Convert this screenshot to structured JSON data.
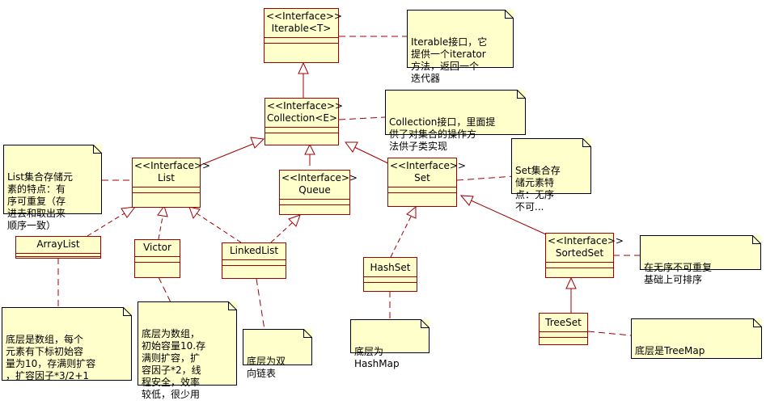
{
  "classes": {
    "iterable": {
      "stereotype": "<<Interface>>",
      "name": "Iterable<T>"
    },
    "collection": {
      "stereotype": "<<Interface>>",
      "name": "Collection<E>"
    },
    "list": {
      "stereotype": "<<Interface>>",
      "name": "List"
    },
    "queue": {
      "stereotype": "<<Interface>>",
      "name": "Queue"
    },
    "set": {
      "stereotype": "<<Interface>>",
      "name": "Set"
    },
    "sortedset": {
      "stereotype": "<<Interface>>",
      "name": "SortedSet"
    },
    "arraylist": {
      "name": "ArrayList"
    },
    "victor": {
      "name": "Victor"
    },
    "linkedlist": {
      "name": "LinkedList"
    },
    "hashset": {
      "name": "HashSet"
    },
    "treeset": {
      "name": "TreeSet"
    }
  },
  "notes": {
    "iterable": "Iterable接口，它\n提供一个iterator\n方法，返回一个\n迭代器",
    "collection": "Collection接口，里面提\n供了对集合的操作方\n法供子类实现",
    "list": "List集合存储元\n素的特点：有\n序可重复（存\n进去和取出来\n顺序一致）",
    "set": "Set集合存\n储元素特\n点：无序\n不可...",
    "sortedset": "在无序不可重复\n基础上可排序",
    "arraylist": "底层是数组，每个\n元素有下标初始容\n量为10，存满则扩容\n，扩容因子*3/2+1",
    "victor": "底层为数组，\n初始容量10.存\n满则扩容，扩\n容因子*2，线\n程安全，效率\n较低，很少用",
    "linkedlist": "底层为双\n向链表",
    "hashset": "底层为\nHashMap",
    "treeset": "底层是TreeMap"
  }
}
